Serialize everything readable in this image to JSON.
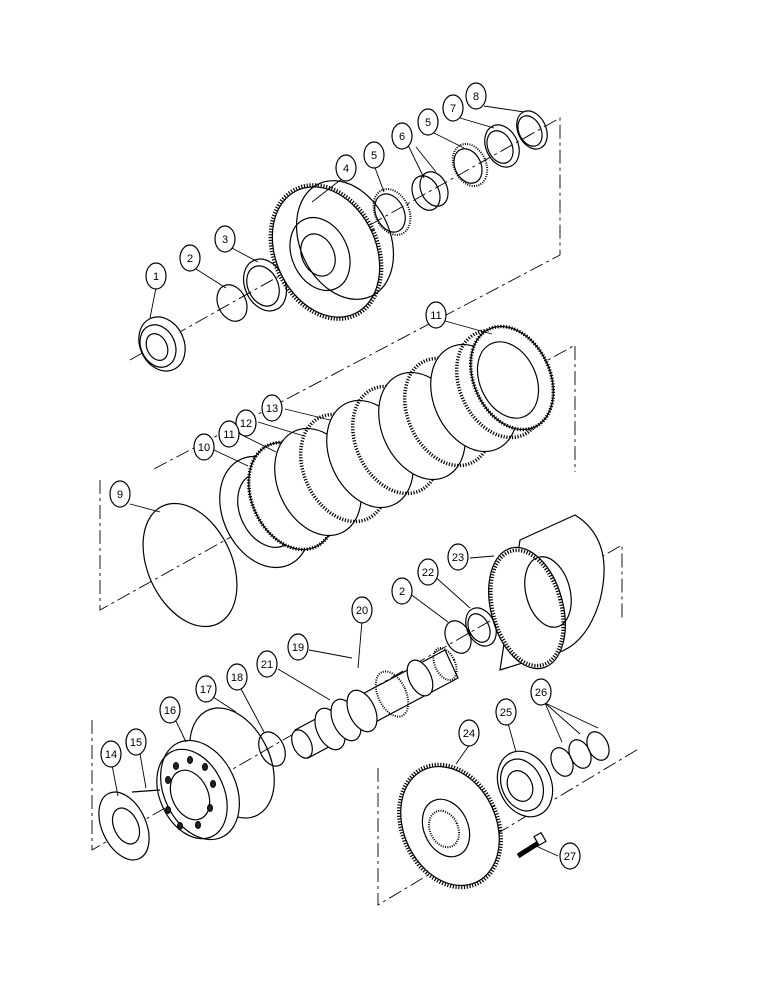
{
  "diagram": {
    "callouts": [
      {
        "id": "c1",
        "label": "1"
      },
      {
        "id": "c2a",
        "label": "2"
      },
      {
        "id": "c3",
        "label": "3"
      },
      {
        "id": "c4",
        "label": "4"
      },
      {
        "id": "c5a",
        "label": "5"
      },
      {
        "id": "c6",
        "label": "6"
      },
      {
        "id": "c5b",
        "label": "5"
      },
      {
        "id": "c7",
        "label": "7"
      },
      {
        "id": "c8",
        "label": "8"
      },
      {
        "id": "c11a",
        "label": "11"
      },
      {
        "id": "c13",
        "label": "13"
      },
      {
        "id": "c12",
        "label": "12"
      },
      {
        "id": "c11b",
        "label": "11"
      },
      {
        "id": "c10",
        "label": "10"
      },
      {
        "id": "c9",
        "label": "9"
      },
      {
        "id": "c23",
        "label": "23"
      },
      {
        "id": "c22",
        "label": "22"
      },
      {
        "id": "c2b",
        "label": "2"
      },
      {
        "id": "c20",
        "label": "20"
      },
      {
        "id": "c19",
        "label": "19"
      },
      {
        "id": "c21",
        "label": "21"
      },
      {
        "id": "c17",
        "label": "17"
      },
      {
        "id": "c18",
        "label": "18"
      },
      {
        "id": "c16",
        "label": "16"
      },
      {
        "id": "c15",
        "label": "15"
      },
      {
        "id": "c14",
        "label": "14"
      },
      {
        "id": "c26",
        "label": "26"
      },
      {
        "id": "c25",
        "label": "25"
      },
      {
        "id": "c24",
        "label": "24"
      },
      {
        "id": "c27",
        "label": "27"
      }
    ]
  }
}
